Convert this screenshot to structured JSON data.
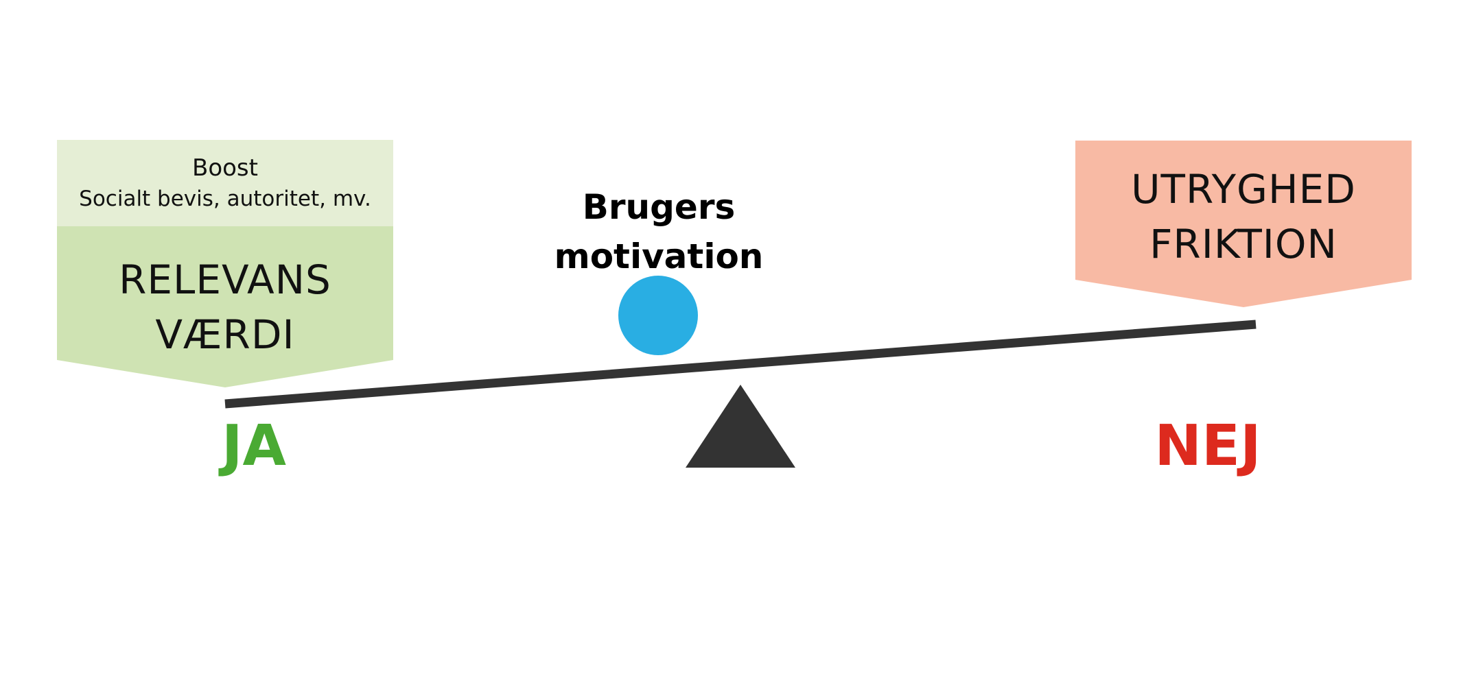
{
  "boost": {
    "title": "Boost",
    "subtitle": "Socialt bevis, autoritet, mv."
  },
  "left_box": {
    "line1": "RELEVANS",
    "line2": "VÆRDI"
  },
  "right_box": {
    "line1": "UTRYGHED",
    "line2": "FRIKTION"
  },
  "center": {
    "line1": "Brugers",
    "line2": "motivation"
  },
  "labels": {
    "yes": "JA",
    "no": "NEJ"
  },
  "colors": {
    "boost_bg": "#e5eed5",
    "left_bg": "#cfe3b3",
    "right_bg": "#f8baa4",
    "beam": "#333333",
    "fulcrum": "#333333",
    "ball": "#29aee3",
    "yes": "#4aaa33",
    "no": "#dd2a1e"
  }
}
